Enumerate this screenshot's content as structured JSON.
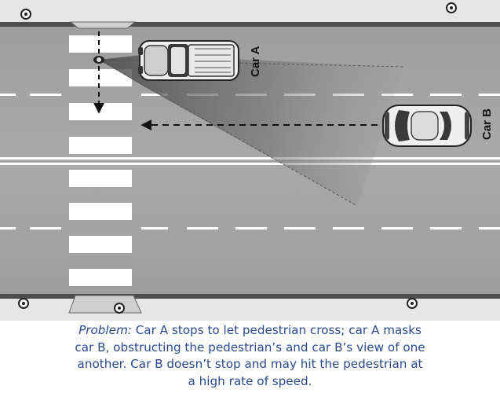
{
  "labels": {
    "car_a": "Car A",
    "car_b": "Car B"
  },
  "caption": {
    "lead": "Problem:",
    "lines": [
      " Car A stops to let pedestrian cross; car A masks",
      "car B, obstructing the pedestrian’s and car B’s view of one",
      "another.  Car B doesn’t stop and may hit the pedestrian at",
      "a high rate of speed."
    ]
  },
  "colors": {
    "road": "#a3a3a3",
    "sidewalk": "#e6e6e6",
    "curb": "#555555",
    "lane_marking": "#ffffff",
    "caption_text": "#2b4a8c"
  }
}
